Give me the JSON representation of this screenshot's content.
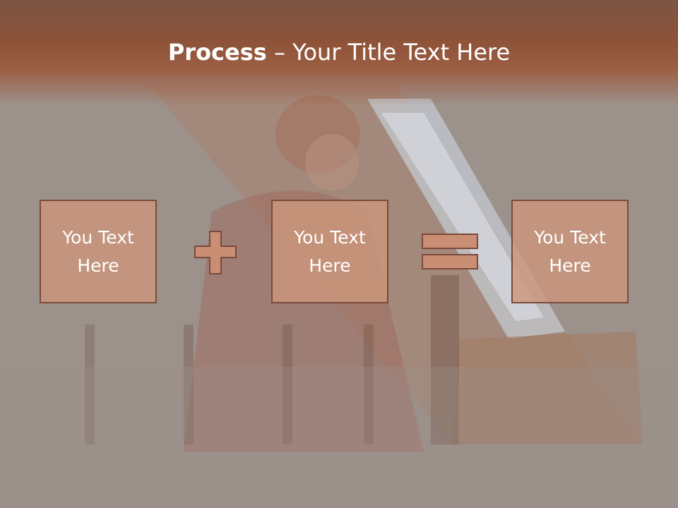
{
  "slide": {
    "title_bold": "Process",
    "title_sep": " – ",
    "title_rest": "Your Title Text Here"
  },
  "boxes": [
    {
      "label": "You Text Here"
    },
    {
      "label": "You Text Here"
    },
    {
      "label": "You Text Here"
    }
  ],
  "operators": [
    "plus-icon",
    "equals-icon"
  ],
  "colors": {
    "title_band": "#8e5338",
    "box_fill": "#cc967c",
    "box_border": "#7b4a3a",
    "operator_fill": "#c98e74"
  }
}
